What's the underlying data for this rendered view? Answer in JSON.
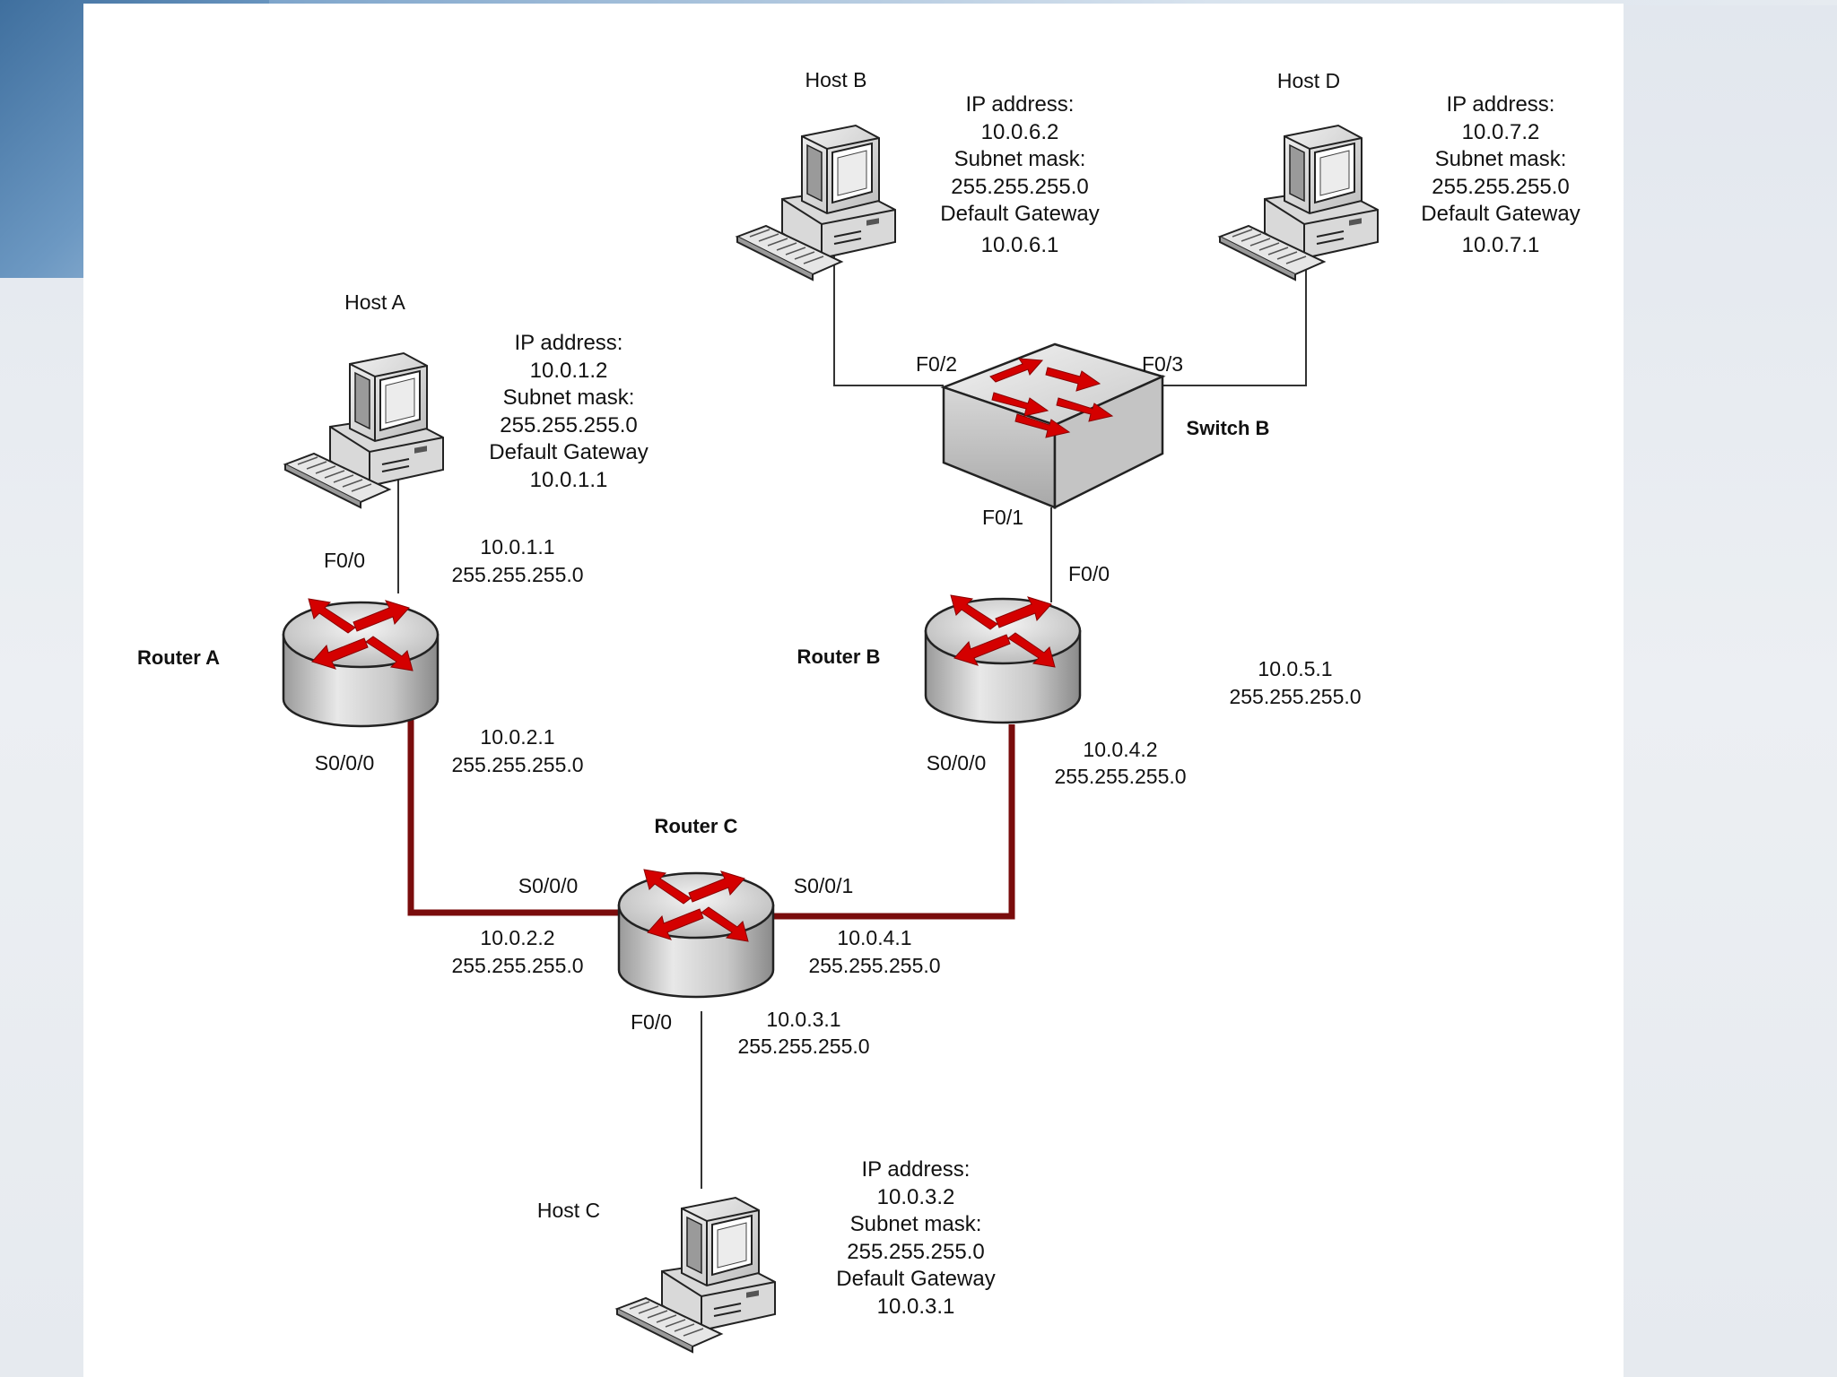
{
  "hosts": {
    "a": {
      "name": "Host A",
      "ip_label": "IP address:",
      "ip": "10.0.1.2",
      "mask_label": "Subnet mask:",
      "mask": "255.255.255.0",
      "gw_label": "Default Gateway",
      "gw": "10.0.1.1"
    },
    "b": {
      "name": "Host B",
      "ip_label": "IP address:",
      "ip": "10.0.6.2",
      "mask_label": "Subnet mask:",
      "mask": "255.255.255.0",
      "gw_label": "Default Gateway",
      "gw": "10.0.6.1"
    },
    "c": {
      "name": "Host C",
      "ip_label": "IP address:",
      "ip": "10.0.3.2",
      "mask_label": "Subnet mask:",
      "mask": "255.255.255.0",
      "gw_label": "Default Gateway",
      "gw": "10.0.3.1"
    },
    "d": {
      "name": "Host D",
      "ip_label": "IP address:",
      "ip": "10.0.7.2",
      "mask_label": "Subnet mask:",
      "mask": "255.255.255.0",
      "gw_label": "Default Gateway",
      "gw": "10.0.7.1"
    }
  },
  "routers": {
    "a": {
      "name": "Router A",
      "f0_0": "F0/0",
      "f0_0_ip": "10.0.1.1",
      "f0_0_mask": "255.255.255.0",
      "s0_0_0": "S0/0/0",
      "s0_0_0_ip": "10.0.2.1",
      "s0_0_0_mask": "255.255.255.0"
    },
    "b": {
      "name": "Router B",
      "f0_0": "F0/0",
      "f0_0_ip": "10.0.5.1",
      "f0_0_mask": "255.255.255.0",
      "s0_0_0": "S0/0/0",
      "s0_0_0_ip": "10.0.4.2",
      "s0_0_0_mask": "255.255.255.0"
    },
    "c": {
      "name": "Router C",
      "s0_0_0": "S0/0/0",
      "s0_0_0_ip": "10.0.2.2",
      "s0_0_0_mask": "255.255.255.0",
      "s0_0_1": "S0/0/1",
      "s0_0_1_ip": "10.0.4.1",
      "s0_0_1_mask": "255.255.255.0",
      "f0_0": "F0/0",
      "f0_0_ip": "10.0.3.1",
      "f0_0_mask": "255.255.255.0"
    }
  },
  "switch": {
    "name": "Switch B",
    "f0_1": "F0/1",
    "f0_2": "F0/2",
    "f0_3": "F0/3"
  },
  "colors": {
    "serial_link": "#7a0c0c",
    "ethernet_link": "#333333",
    "arrow": "#d40000",
    "slide_bg": "#ffffff"
  }
}
